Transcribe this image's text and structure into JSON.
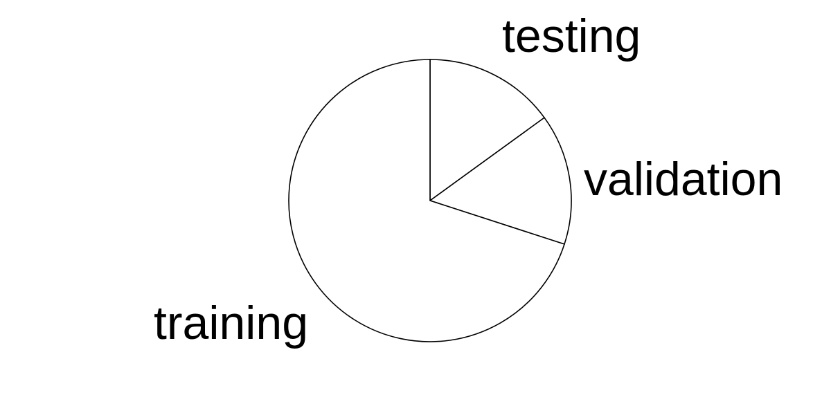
{
  "chart_data": {
    "type": "pie",
    "title": "",
    "start_angle_deg": 90,
    "direction": "clockwise",
    "slices": [
      {
        "label": "testing",
        "value": 15
      },
      {
        "label": "validation",
        "value": 15
      },
      {
        "label": "training",
        "value": 70
      }
    ],
    "colors": {
      "fill": "#ffffff",
      "stroke": "#000000",
      "text": "#000000"
    }
  }
}
